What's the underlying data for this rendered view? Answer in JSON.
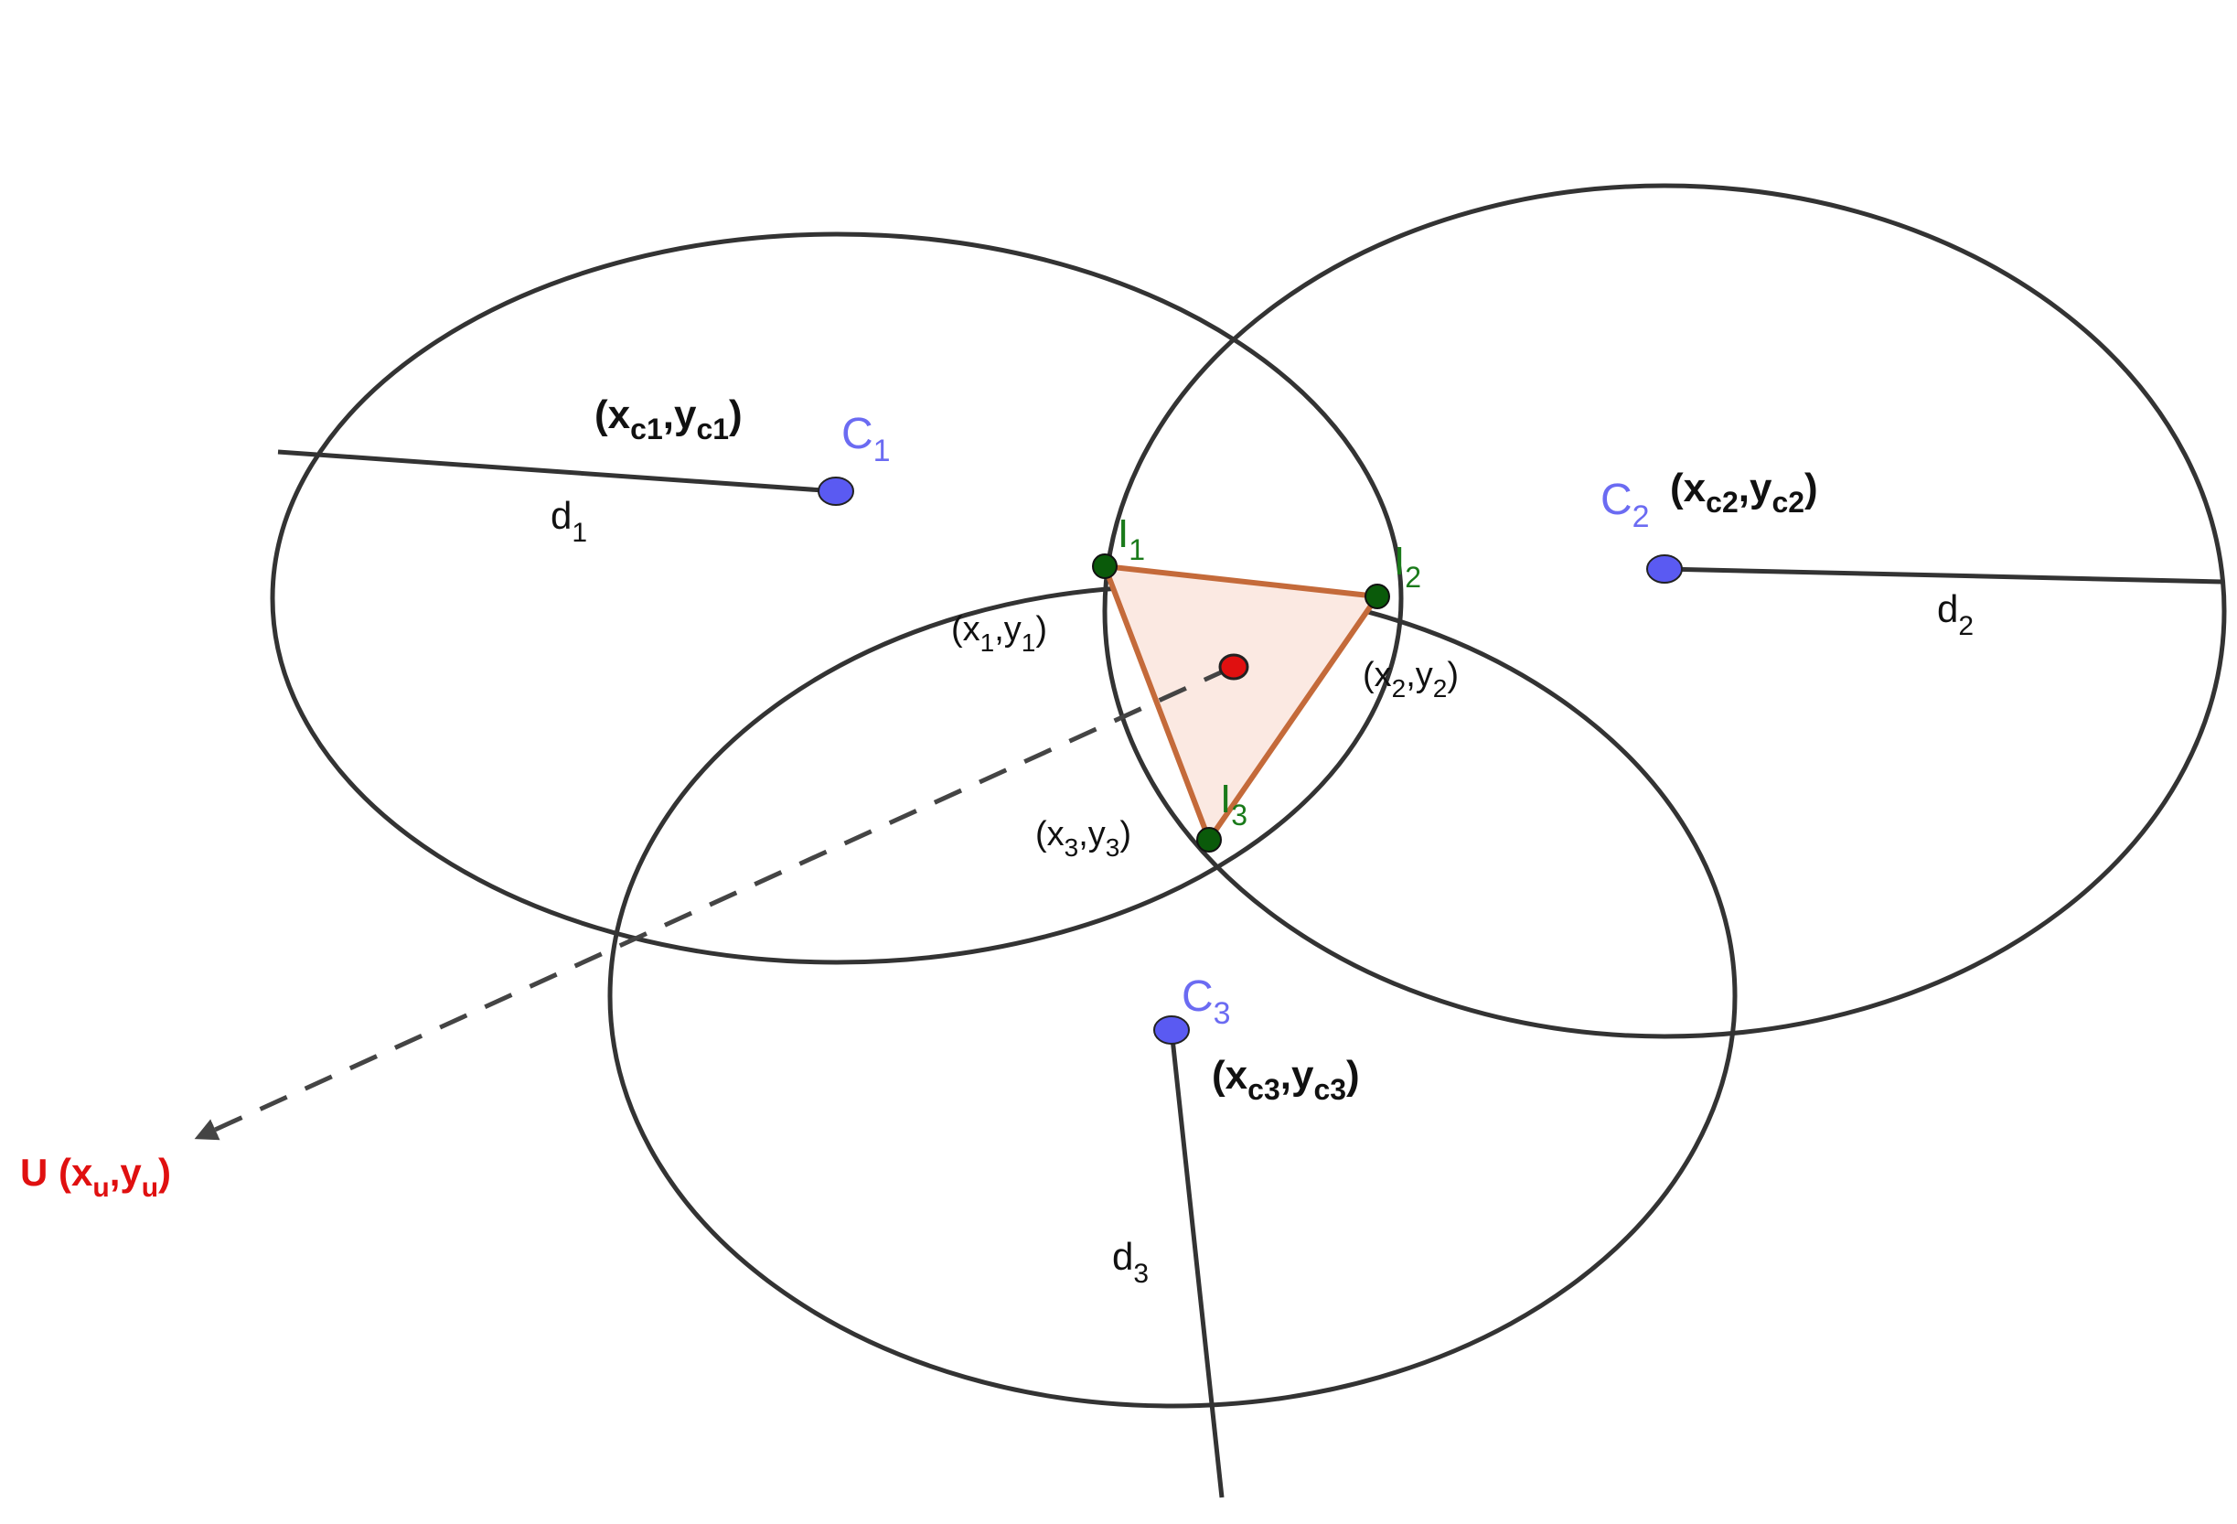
{
  "colors": {
    "circle": "#333333",
    "center_point": "#5a5af2",
    "center_label": "#6b6bf2",
    "intersection_point": "#0a5a0a",
    "intersection_label": "#1a7a1a",
    "triangle_stroke": "#c46a3a",
    "triangle_fill": "#fbe9e2",
    "estimate_point": "#e01010",
    "user_label": "#e01010",
    "text": "#111111",
    "dashed_line": "#444444"
  },
  "centers": [
    {
      "name": "C",
      "sub": "1",
      "coord_x": "x",
      "coord_x_sub": "c1",
      "coord_y": "y",
      "coord_y_sub": "c1",
      "icon": "blue-point"
    },
    {
      "name": "C",
      "sub": "2",
      "coord_x": "x",
      "coord_x_sub": "c2",
      "coord_y": "y",
      "coord_y_sub": "c2",
      "icon": "blue-point"
    },
    {
      "name": "C",
      "sub": "3",
      "coord_x": "x",
      "coord_x_sub": "c3",
      "coord_y": "y",
      "coord_y_sub": "c3",
      "icon": "blue-point"
    }
  ],
  "radii": [
    {
      "name": "d",
      "sub": "1"
    },
    {
      "name": "d",
      "sub": "2"
    },
    {
      "name": "d",
      "sub": "3"
    }
  ],
  "intersections": [
    {
      "name": "I",
      "sub": "1",
      "x": "x",
      "x_sub": "1",
      "y": "y",
      "y_sub": "1"
    },
    {
      "name": "I",
      "sub": "2",
      "x": "x",
      "x_sub": "2",
      "y": "y",
      "y_sub": "2"
    },
    {
      "name": "I",
      "sub": "3",
      "x": "x",
      "x_sub": "3",
      "y": "y",
      "y_sub": "3"
    }
  ],
  "user": {
    "prefix": "U (",
    "x": "x",
    "x_sub": "u",
    "comma": ",",
    "y": "y",
    "y_sub": "u",
    "suffix": ")"
  },
  "punct": {
    "open": "(",
    "comma": ",",
    "close": ")"
  }
}
